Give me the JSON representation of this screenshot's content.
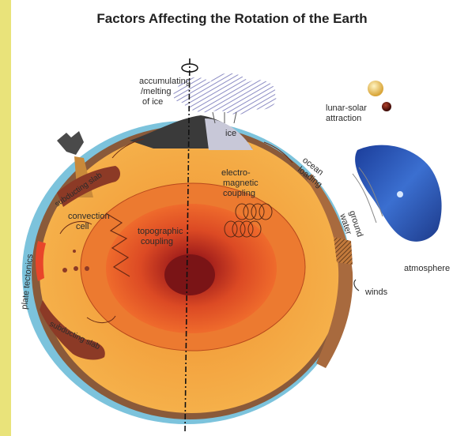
{
  "title": "Factors Affecting the Rotation of the Earth",
  "labels": {
    "accumulating": "accumulating",
    "melting": "/melting",
    "of_ice": "of ice",
    "ice": "ice",
    "lunar_solar": "lunar-solar",
    "attraction": "attraction",
    "ocean": "ocean",
    "loading": "loading",
    "electro": "electro-",
    "magnetic": "magnetic",
    "coupling": "coupling",
    "ground": "ground",
    "water": "water",
    "atmosphere": "atmosphere",
    "winds": "winds",
    "topographic": "topographic",
    "topo_coupling": "coupling",
    "convection": "convection",
    "cell": "cell",
    "subducting_slab_top": "subducting slab",
    "subducting_slab_bottom": "subducting slab",
    "plate_tectonics": "plate tectonics"
  },
  "colors": {
    "background_border": "#e9e37a",
    "mantle": "#f2a23a",
    "outer_core": "#e8562a",
    "inner_core": "#8c1a1a",
    "crust": "#8a5a3a",
    "ocean": "#7cc3dc",
    "sun": "#e6c15a",
    "moon": "#6b1a10",
    "ice": "#9a9ac8"
  }
}
